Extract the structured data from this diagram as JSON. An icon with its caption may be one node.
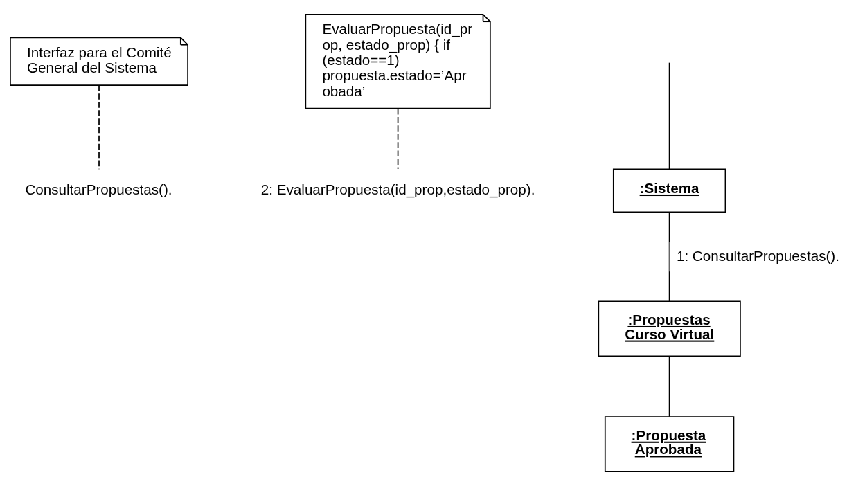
{
  "diagram": {
    "nodes": [
      {
        "text": [
          "Interfaz para el Comité General del Sistema"
        ]
      },
      {
        "text": [
          "ConsultarPropuestas()."
        ]
      },
      {
        "text": [
          "EvaluarPropuesta(id_pr op, estado_prop) { if (estado==1) propuesta.estado=’Apr obada’"
        ]
      },
      {
        "text": [
          ":Sistema"
        ]
      },
      {
        "text": [
          ":Propuestas Curso Virtual"
        ]
      },
      {
        "text": [
          "2: EvaluarPropuesta(id_prop,estado_prop)."
        ]
      },
      {
        "text": [
          ":Propuesta Aprobada"
        ]
      }
    ],
    "edges": [
      {
        "from": null,
        "to": 3,
        "arrow": "none"
      },
      {
        "from": 0,
        "to": 1,
        "arrow": "none",
        "style": "dashed"
      },
      {
        "from": 3,
        "to": 4,
        "arrow": "none",
        "label": "1: ConsultarPropuestas()."
      },
      {
        "from": 2,
        "to": 5,
        "arrow": "none",
        "style": "dashed"
      },
      {
        "from": 4,
        "to": 6,
        "arrow": "none"
      }
    ]
  }
}
